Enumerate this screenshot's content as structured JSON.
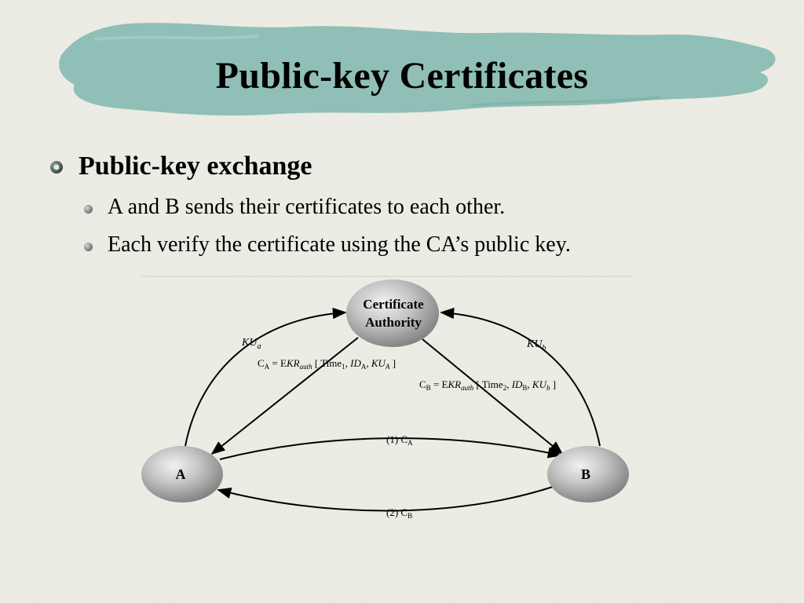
{
  "slide": {
    "title": "Public-key Certificates",
    "main_bullet": "Public-key exchange",
    "sub_bullets": [
      "A and B sends their certificates to each other.",
      "Each verify the certificate using the CA’s public key."
    ]
  },
  "diagram": {
    "nodes": {
      "ca_line1": "Certificate",
      "ca_line2": "Authority",
      "a": "A",
      "b": "B"
    },
    "ku_a": {
      "base": "KU",
      "sub": "a"
    },
    "ku_b": {
      "base": "KU",
      "sub": "b"
    },
    "cert_a": {
      "c": "C",
      "c_sub": "A",
      "eq": " = E",
      "kr": "KR",
      "kr_sub": "auth",
      "open": " [ Time",
      "t_sub": "1",
      "comma1": ", ",
      "id": "ID",
      "id_sub": "A",
      "comma2": ", ",
      "ku": "KU",
      "ku_sub": "A",
      "close": " ]"
    },
    "cert_b": {
      "c": "C",
      "c_sub": "B",
      "eq": " = E",
      "kr": "KR",
      "kr_sub": "auth",
      "open": " [ Time",
      "t_sub": "2",
      "comma1": ", ",
      "id": "ID",
      "id_sub": "B",
      "comma2": ", ",
      "ku": "KU",
      "ku_sub": "b",
      "close": " ]"
    },
    "step1": {
      "text": "(1) C",
      "sub": "A"
    },
    "step2": {
      "text": "(2) C",
      "sub": "B"
    }
  },
  "colors": {
    "background": "#eeeee6",
    "brush": "#8fbfb6",
    "node_fill": "#b8b8b8"
  }
}
